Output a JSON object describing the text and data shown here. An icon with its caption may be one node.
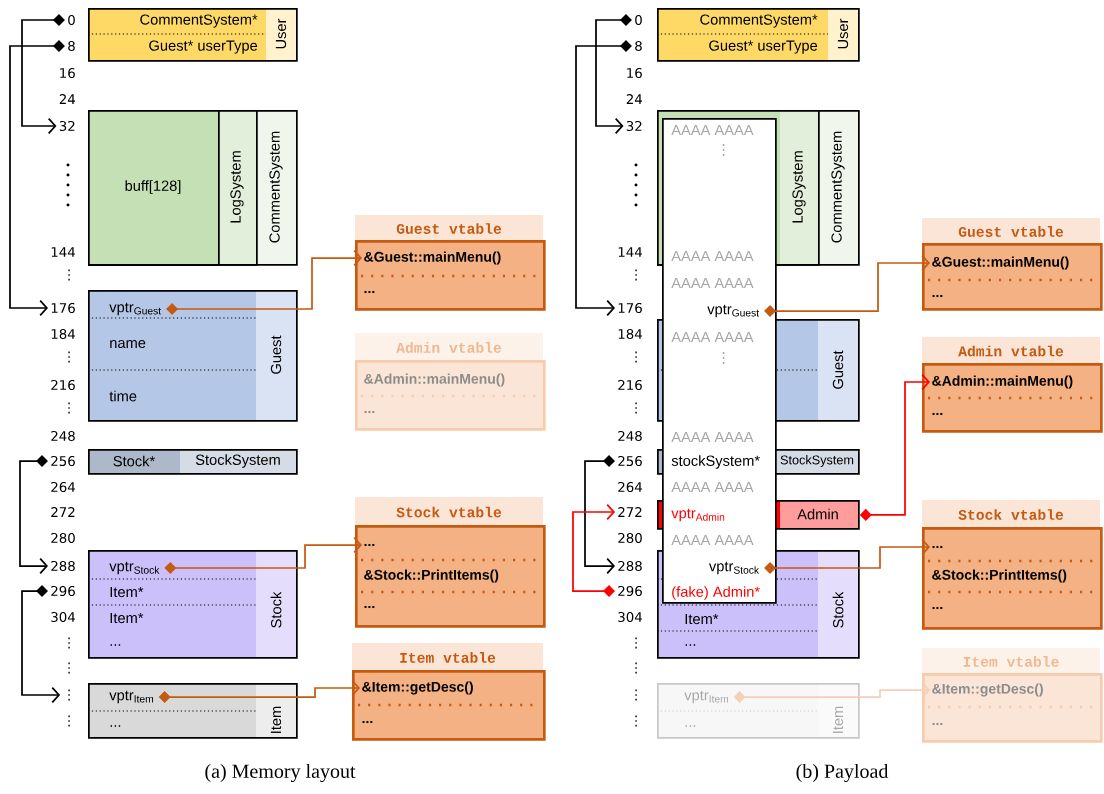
{
  "diagram": {
    "nodes": [
      {
        "text": [
          "0"
        ]
      },
      {
        "text": [
          "8"
        ]
      },
      {
        "text": [
          "User"
        ]
      },
      {
        "text": [
          "CommentSystem*"
        ],
        "in": 2
      },
      {
        "text": [
          "Guest* userType"
        ],
        "in": 2
      },
      {
        "text": [
          "32"
        ]
      },
      {
        "text": [
          "CommentSystem"
        ]
      },
      {
        "text": [
          "LogSystem"
        ],
        "in": 6
      },
      {
        "text": [
          "buff[128]"
        ],
        "in": 7
      },
      {
        "text": [
          "176"
        ]
      },
      {
        "text": [
          "Guest"
        ]
      },
      {
        "text": [
          "vptr$_{Guest}$"
        ],
        "in": 10
      },
      {
        "text": [
          "name"
        ],
        "in": 10
      },
      {
        "text": [
          "time"
        ],
        "in": 10
      },
      {
        "text": [
          "Guest vtable"
        ]
      },
      {
        "text": [
          "&Guest::mainMenu()"
        ],
        "in": 14
      },
      {
        "text": [
          "..."
        ],
        "in": 14
      },
      {
        "text": [
          "Admin vtable"
        ]
      },
      {
        "text": [
          "&Admin::mainMenu()"
        ],
        "in": 17
      },
      {
        "text": [
          "..."
        ],
        "in": 17
      },
      {
        "text": [
          "256"
        ]
      },
      {
        "text": [
          "StockSystem"
        ]
      },
      {
        "text": [
          "Stock*"
        ],
        "in": 21
      },
      {
        "text": [
          "288"
        ]
      },
      {
        "text": [
          "296"
        ]
      },
      {
        "text": [
          "Stock"
        ]
      },
      {
        "text": [
          "vptr$_{Stock}$"
        ],
        "in": 25
      },
      {
        "text": [
          "Item*"
        ],
        "in": 25
      },
      {
        "text": [
          "Item*"
        ],
        "in": 25
      },
      {
        "text": [
          "..."
        ],
        "in": 25
      },
      {
        "text": [
          "Stock vtable"
        ]
      },
      {
        "text": [
          "..."
        ],
        "in": 30
      },
      {
        "text": [
          "&Stock::PrintItems()"
        ],
        "in": 30
      },
      {
        "text": [
          "..."
        ],
        "in": 30
      },
      {
        "text": [
          "⋮"
        ]
      },
      {
        "text": [
          "Item"
        ]
      },
      {
        "text": [
          "vptr$_{Item}$"
        ],
        "in": 35
      },
      {
        "text": [
          "..."
        ],
        "in": 35
      },
      {
        "text": [
          "Item vtable"
        ]
      },
      {
        "text": [
          "&Item::getDesc()"
        ],
        "in": 38
      },
      {
        "text": [
          "..."
        ],
        "in": 38
      },
      {
        "text": [
          "0"
        ]
      },
      {
        "text": [
          "8"
        ]
      },
      {
        "text": [
          "User"
        ]
      },
      {
        "text": [
          "CommentSystem*"
        ],
        "in": 43
      },
      {
        "text": [
          "Guest* userType"
        ],
        "in": 43
      },
      {
        "text": [
          "32"
        ]
      },
      {
        "text": [
          "CommentSystem"
        ]
      },
      {
        "text": [
          "LogSystem"
        ],
        "in": 47
      },
      {
        "text": [],
        "shape": "box"
      },
      {
        "text": [
          "AAAA AAAA"
        ]
      },
      {
        "text": [
          "⋮"
        ]
      },
      {
        "text": [
          "AAAA AAAA"
        ]
      },
      {
        "text": [
          "AAAA AAAA"
        ],
        "in": 49
      },
      {
        "text": [
          "vptr$_{Guest}$"
        ],
        "in": 49
      },
      {
        "text": [
          "AAAA AAAA"
        ]
      },
      {
        "text": [
          "⋮"
        ]
      },
      {
        "text": [
          "AAAA AAAA"
        ],
        "in": 49
      },
      {
        "text": [
          "stockSystem*"
        ]
      },
      {
        "text": [
          "AAAA AAAA"
        ],
        "in": 49
      },
      {
        "text": [
          "vptr$_{Admin}$"
        ]
      },
      {
        "text": [
          "AAAA AAAA"
        ],
        "in": 49
      },
      {
        "text": [
          "vptr$_{Stock}$"
        ]
      },
      {
        "text": [
          "(fake) Admin*"
        ]
      },
      {
        "text": [
          "176"
        ]
      },
      {
        "text": [
          "Guest"
        ]
      },
      {
        "text": [
          "Guest vtable"
        ]
      },
      {
        "text": [
          "&Guest::mainMenu()"
        ],
        "in": 66
      },
      {
        "text": [
          "..."
        ],
        "in": 66
      },
      {
        "text": [
          "Admin vtable"
        ]
      },
      {
        "text": [
          "&Admin::mainMenu()"
        ],
        "in": 69
      },
      {
        "text": [
          "..."
        ],
        "in": 69
      },
      {
        "text": [
          "256"
        ]
      },
      {
        "text": [
          "StockSystem"
        ]
      },
      {
        "text": [
          "272"
        ]
      },
      {
        "text": [
          "Admin"
        ]
      },
      {
        "text": [
          "288"
        ]
      },
      {
        "text": [
          "296"
        ]
      },
      {
        "text": [
          "Stock"
        ]
      },
      {
        "text": [
          "Item*"
        ],
        "in": 78
      },
      {
        "text": [
          "..."
        ],
        "in": 78
      },
      {
        "text": [
          "Stock vtable"
        ]
      },
      {
        "text": [
          "..."
        ],
        "in": 81
      },
      {
        "text": [
          "&Stock::PrintItems()"
        ],
        "in": 81
      },
      {
        "text": [
          "..."
        ],
        "in": 81
      },
      {
        "text": [
          "Item"
        ]
      },
      {
        "text": [
          "vptr$_{Item}$"
        ],
        "in": 85
      },
      {
        "text": [
          "..."
        ],
        "in": 85
      },
      {
        "text": [
          "Item vtable"
        ]
      },
      {
        "text": [
          "&Item::getDesc()"
        ],
        "in": 88
      },
      {
        "text": [
          "..."
        ],
        "in": 88
      }
    ],
    "edges": [
      {
        "from": 0,
        "to": 5,
        "arrow": "to"
      },
      {
        "from": 1,
        "to": 9,
        "arrow": "to"
      },
      {
        "from": 11,
        "to": 15,
        "arrow": "to",
        "color": "#c55a11"
      },
      {
        "from": 20,
        "to": 23,
        "arrow": "to"
      },
      {
        "from": 26,
        "to": 31,
        "arrow": "to",
        "color": "#c55a11"
      },
      {
        "from": 24,
        "to": 34,
        "arrow": "to"
      },
      {
        "from": 36,
        "to": 39,
        "arrow": "to",
        "color": "#c55a11"
      },
      {
        "from": 41,
        "to": 46,
        "arrow": "to"
      },
      {
        "from": 42,
        "to": 64,
        "arrow": "to"
      },
      {
        "from": 54,
        "to": 67,
        "arrow": "to",
        "color": "#c55a11"
      },
      {
        "from": 75,
        "to": 70,
        "arrow": "to",
        "color": "#ff0000"
      },
      {
        "from": 72,
        "to": 76,
        "arrow": "to"
      },
      {
        "from": 77,
        "to": 74,
        "arrow": "to",
        "color": "#ff0000"
      },
      {
        "from": 62,
        "to": 82,
        "arrow": "to",
        "color": "#c55a11"
      },
      {
        "from": 86,
        "to": 89,
        "arrow": "to",
        "color": "#f4d0b8"
      }
    ],
    "labels": [
      "16",
      "24",
      "144",
      "⋮",
      "184",
      "⋮",
      "216",
      "⋮",
      "248",
      "264",
      "272",
      "280",
      "304",
      "⋮",
      "⋮",
      "⋮",
      "16",
      "24",
      "144",
      "⋮",
      "184",
      "⋮",
      "216",
      "⋮",
      "248",
      "264",
      "280",
      "304",
      "⋮",
      "⋮",
      "⋮",
      "⋮",
      "(a) Memory layout",
      "(b) Payload"
    ]
  }
}
